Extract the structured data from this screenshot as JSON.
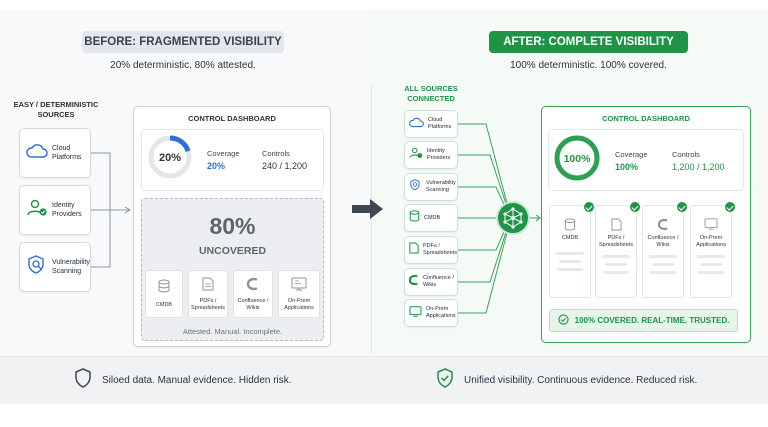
{
  "before": {
    "title": "BEFORE: FRAGMENTED VISIBILITY",
    "subtitle": "20% deterministic. 80% attested.",
    "sources_heading": "EASY / DETERMINISTIC SOURCES",
    "sources": [
      {
        "label": "Cloud Platforms",
        "icon": "cloud-icon"
      },
      {
        "label": "Identity Providers",
        "icon": "user-check-icon"
      },
      {
        "label": "Vulnerability Scanning",
        "icon": "shield-search-icon"
      }
    ],
    "dashboard": {
      "title": "CONTROL DASHBOARD",
      "gauge_value": "20%",
      "gauge_fraction": 0.2,
      "coverage_label": "Coverage",
      "coverage_value": "20%",
      "controls_label": "Controls",
      "controls_value": "240 / 1,200",
      "uncovered_pct": "80%",
      "uncovered_label": "UNCOVERED",
      "tiles": [
        {
          "label": "CMDB",
          "icon": "database-icon"
        },
        {
          "label": "PDFs / Spreadsheets",
          "icon": "document-icon"
        },
        {
          "label": "Confluence / Wikis",
          "icon": "confluence-icon"
        },
        {
          "label": "On-Prem Applications",
          "icon": "server-app-icon"
        }
      ],
      "note": "Attested. Manual. Incomplete."
    },
    "footer": "Siloed data. Manual evidence. Hidden risk."
  },
  "after": {
    "title": "AFTER: COMPLETE VISIBILITY",
    "subtitle": "100% deterministic. 100% covered.",
    "sources_heading": "ALL SOURCES CONNECTED",
    "sources": [
      {
        "label": "Cloud Platforms",
        "icon": "cloud-icon"
      },
      {
        "label": "Identity Providers",
        "icon": "user-check-icon"
      },
      {
        "label": "Vulnerability Scanning",
        "icon": "shield-search-icon"
      },
      {
        "label": "CMDB",
        "icon": "database-icon"
      },
      {
        "label": "PDFs / Spreadsheets",
        "icon": "document-icon"
      },
      {
        "label": "Confluence / Wikis",
        "icon": "confluence-icon"
      },
      {
        "label": "On-Prem Applications",
        "icon": "server-app-icon"
      }
    ],
    "dashboard": {
      "title": "CONTROL DASHBOARD",
      "gauge_value": "100%",
      "gauge_fraction": 1.0,
      "coverage_label": "Coverage",
      "coverage_value": "100%",
      "controls_label": "Controls",
      "controls_value": "1,200 / 1,200",
      "tiles": [
        {
          "label": "CMDB",
          "icon": "database-icon"
        },
        {
          "label": "PDFs / Spreadsheets",
          "icon": "document-icon"
        },
        {
          "label": "Confluence / Wikis",
          "icon": "confluence-icon"
        },
        {
          "label": "On-Prem Applications",
          "icon": "server-app-icon"
        }
      ],
      "banner": "100% COVERED. REAL-TIME. TRUSTED."
    },
    "footer": "Unified visibility. Continuous evidence. Reduced risk."
  },
  "colors": {
    "accent_blue": "#2f6fd6",
    "accent_green": "#1f9447",
    "gray_ring": "#e4e7ea"
  }
}
